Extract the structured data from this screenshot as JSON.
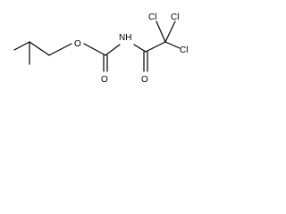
{
  "molecule": {
    "atoms": {
      "o_ester": "O",
      "nh": "NH",
      "o_carbamate": "O",
      "o_amide": "O",
      "cl_left": "Cl",
      "cl_right": "Cl",
      "cl_lower": "Cl"
    },
    "colors": {
      "bond": "#000000",
      "label": "#000000",
      "background": "#ffffff"
    }
  }
}
